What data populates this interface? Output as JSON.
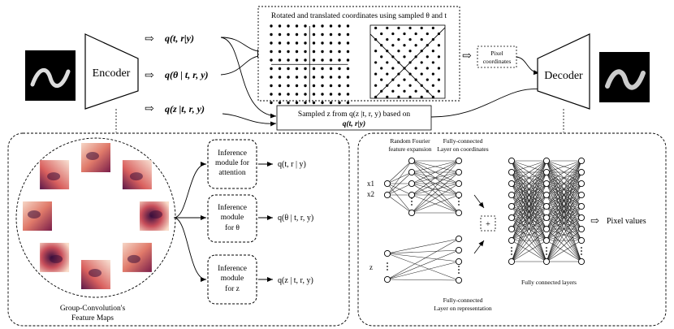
{
  "top": {
    "encoder_label": "Encoder",
    "decoder_label": "Decoder",
    "q_tr": "q(t, r|y)",
    "q_theta": "q(θ | t, r, y)",
    "q_z": "q(z |t, r, y)",
    "coord_title": "Rotated and translated coordinates using sampled θ and t",
    "pixel_coords_line1": "Pixel",
    "pixel_coords_line2": "coordinates",
    "sampled_z_line1": "Sampled z from q(z |t, r, y) based on",
    "sampled_z_line2": "q(t, r|y)"
  },
  "left_panel": {
    "caption_line1": "Group-Convolution's",
    "caption_line2": "Feature Maps",
    "modules": [
      {
        "lines": [
          "Inference",
          "module for",
          "attention"
        ],
        "output": "q(t, r | y)"
      },
      {
        "lines": [
          "Inference",
          "module",
          "for θ"
        ],
        "output": "q(θ | t, r, y)"
      },
      {
        "lines": [
          "Inference",
          "module",
          "for z"
        ],
        "output": "q(z | t, r, y)"
      }
    ]
  },
  "right_panel": {
    "rff_line1": "Random Fourier",
    "rff_line2": "feature expansion",
    "fc_coords_line1": "Fully-connected",
    "fc_coords_line2": "Layer on coordinates",
    "x1": "x1",
    "x2": "x2",
    "z": "z",
    "plus": "+",
    "fc_rep_line1": "Fully-connected",
    "fc_rep_line2": "Layer on representation",
    "fc_layers": "Fully connected layers",
    "pixel_values": "Pixel values"
  }
}
